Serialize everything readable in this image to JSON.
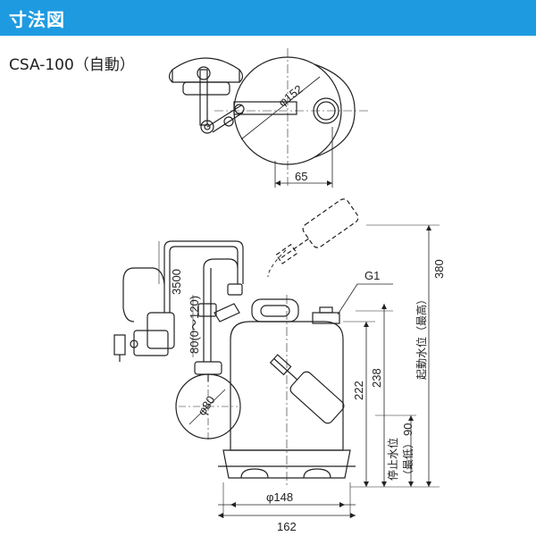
{
  "header": {
    "title": "寸法図",
    "color": "#1e9be0"
  },
  "model": {
    "label": "CSA-100（自動）"
  },
  "top_view": {
    "diameter_label": "φ152",
    "width_label": "65"
  },
  "side_view": {
    "g1_label": "G1",
    "cord_length_label": "3500",
    "float_range_label": "80(0〜120)",
    "float_diameter_label": "φ80",
    "height_222": "222",
    "height_238": "238",
    "height_380": "380",
    "base_diameter_label": "φ148",
    "base_width_label": "162",
    "start_level_label": "起動水位（最高）",
    "stop_level_label": "停止水位",
    "stop_level_sub_label": "（最低）",
    "stop_level_value": "90"
  }
}
